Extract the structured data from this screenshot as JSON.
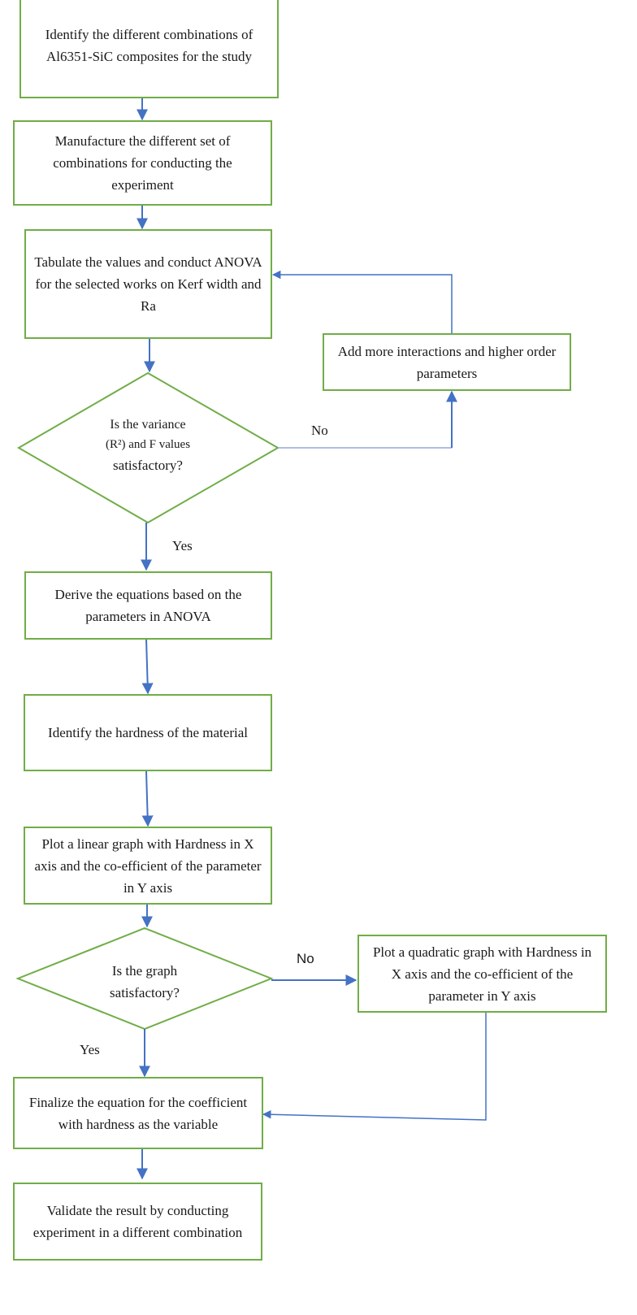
{
  "flowchart": {
    "step1": "Identify the different combinations of Al6351-SiC composites for the study",
    "step2": "Manufacture the different set of combinations for conducting the experiment",
    "step3": "Tabulate the values and conduct ANOVA for the selected works on Kerf width and Ra",
    "step_add": "Add more interactions and higher order parameters",
    "decision1": {
      "line1": "Is the variance",
      "line2": "(R²) and F values",
      "line3": "satisfactory?"
    },
    "step4": "Derive the equations based on the parameters in ANOVA",
    "step5": "Identify the hardness of the material",
    "step6": "Plot a linear graph with Hardness in X axis and the co-efficient of the parameter in Y axis",
    "decision2": "Is the graph satisfactory?",
    "step_quad": "Plot a quadratic graph with Hardness in X axis and the co-efficient of the parameter in Y axis",
    "step7": "Finalize the equation for the coefficient with hardness as the variable",
    "step8": "Validate the result by conducting experiment in a different combination",
    "labels": {
      "no1": "No",
      "yes1": "Yes",
      "no2": "No",
      "yes2": "Yes"
    }
  },
  "colors": {
    "box_border": "#70ad47",
    "arrow": "#4472c4"
  }
}
